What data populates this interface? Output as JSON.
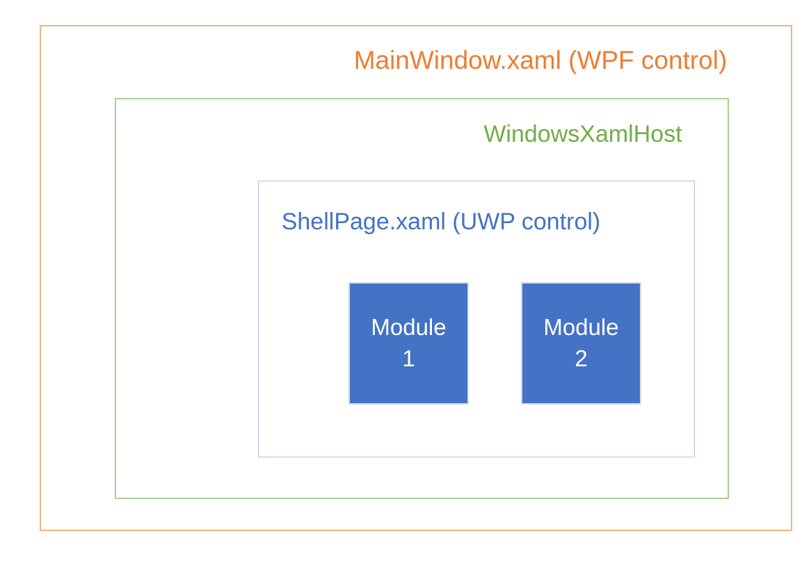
{
  "colors": {
    "background": "#FFFFFF",
    "orange-text": "#ED7D31",
    "orange-border": "#F4B183",
    "green-text": "#70AD47",
    "green-border": "#A9D18E",
    "blue-text": "#4472C4",
    "blue-border": "#A9C0E4",
    "module-fill": "#4472C4",
    "module-border": "#D9D9D9",
    "module-text": "#FFFFFF"
  },
  "diagram": {
    "outer_box": {
      "label": "MainWindow.xaml (WPF control)"
    },
    "host_box": {
      "label": "WindowsXamlHost"
    },
    "shell_box": {
      "label": "ShellPage.xaml (UWP control)"
    },
    "modules": [
      {
        "line1": "Module",
        "line2": "1"
      },
      {
        "line1": "Module",
        "line2": "2"
      }
    ]
  }
}
